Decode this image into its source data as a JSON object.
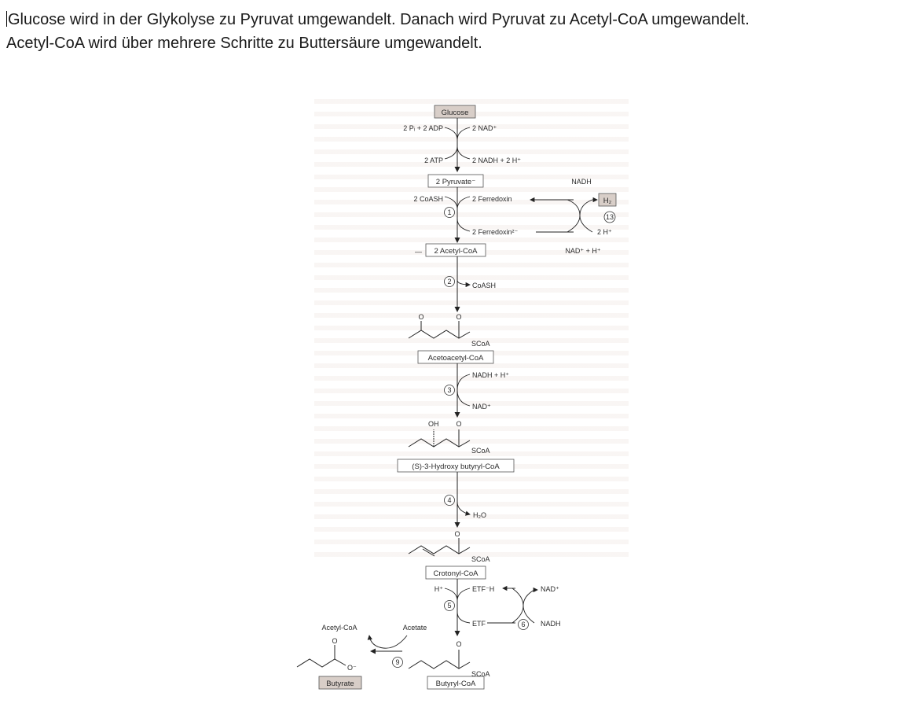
{
  "intro": {
    "line1": "Glucose wird in der Glykolyse zu Pyruvat umgewandelt. Danach wird Pyruvat zu Acetyl-CoA umgewandelt.",
    "line2": "Acetyl-CoA wird über mehrere Schritte zu Buttersäure umgewandelt."
  },
  "diagram": {
    "glucose": "Glucose",
    "adp_in": "2 Pᵢ + 2 ADP",
    "nad_in": "2 NAD⁺",
    "atp_out": "2 ATP",
    "nadh_out": "2 NADH + 2 H⁺",
    "pyruvate": "2 Pyruvate⁻",
    "coash_in": "2 CoASH",
    "step1": "1",
    "ferredoxin": "2 Ferredoxin",
    "ferredoxin_red": "2 Ferredoxin²⁻",
    "nadh_top": "NADH",
    "h2": "H₂",
    "step13": "13",
    "two_h": "2 H⁺",
    "nad_h": "NAD⁺ + H⁺",
    "acetyl_coa": "2 Acetyl-CoA",
    "step2": "2",
    "coash_out": "CoASH",
    "o_left": "O",
    "o_right": "O",
    "scoa1": "SCoA",
    "acetoacetyl": "Acetoacetyl-CoA",
    "step3": "3",
    "nadh_h": "NADH + H⁺",
    "nad_plus": "NAD⁺",
    "oh": "OH",
    "o3": "O",
    "scoa2": "SCoA",
    "hydroxybutyryl": "(S)-3-Hydroxy butyryl-CoA",
    "step4": "4",
    "h2o": "H₂O",
    "o4": "O",
    "scoa3": "SCoA",
    "crotonyl": "Crotonyl-CoA",
    "h_plus": "H⁺",
    "etf_h": "ETF⁻H",
    "nad_plus2": "NAD⁺",
    "step5": "5",
    "etf": "ETF",
    "step6": "6",
    "nadh6": "NADH",
    "acetyl_coa2": "Acetyl-CoA",
    "acetate": "Acetate",
    "step9": "9",
    "o_butyrate": "O",
    "o_minus": "O⁻",
    "o_butyryl": "O",
    "scoa4": "SCoA",
    "butyrate": "Butyrate",
    "butyryl": "Butyryl-CoA"
  }
}
